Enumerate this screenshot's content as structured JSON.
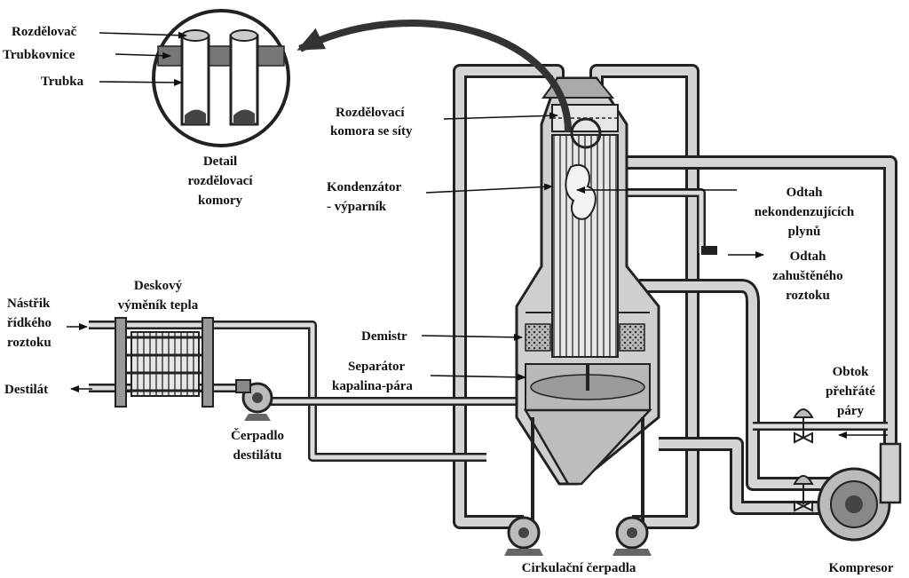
{
  "labels": {
    "rozdelovac": "Rozdělovač",
    "trubkovnice": "Trubkovnice",
    "trubka": "Trubka",
    "detail_line1": "Detail",
    "detail_line2": "rozdělovací",
    "detail_line3": "komory",
    "rozdelovaci_komora_line1": "Rozdělovací",
    "rozdelovaci_komora_line2": "komora se síty",
    "kondenzator_line1": "Kondenzátor",
    "kondenzator_line2": "- výparník",
    "odtah_plynu_line1": "Odtah",
    "odtah_plynu_line2": "nekondenzujících",
    "odtah_plynu_line3": "plynů",
    "odtah_roztoku_line1": "Odtah",
    "odtah_roztoku_line2": "zahuštěného",
    "odtah_roztoku_line3": "roztoku",
    "deskovy_line1": "Deskový",
    "deskovy_line2": "výměník tepla",
    "nastrik_line1": "Nástřik",
    "nastrik_line2": "řídkého",
    "nastrik_line3": "roztoku",
    "destilat": "Destilát",
    "demistr": "Demistr",
    "separator_line1": "Separátor",
    "separator_line2": "kapalina-pára",
    "obtok_line1": "Obtok",
    "obtok_line2": "přehřáté",
    "obtok_line3": "páry",
    "cerpadlo_line1": "Čerpadlo",
    "cerpadlo_line2": "destilátu",
    "cirkulacni": "Cirkulační čerpadla",
    "kompresor": "Kompresor"
  },
  "colors": {
    "ink": "#222222",
    "pipe_fill": "#d4d4d4",
    "vessel_fill": "#cfcfcf",
    "dark_fill": "#555555"
  }
}
